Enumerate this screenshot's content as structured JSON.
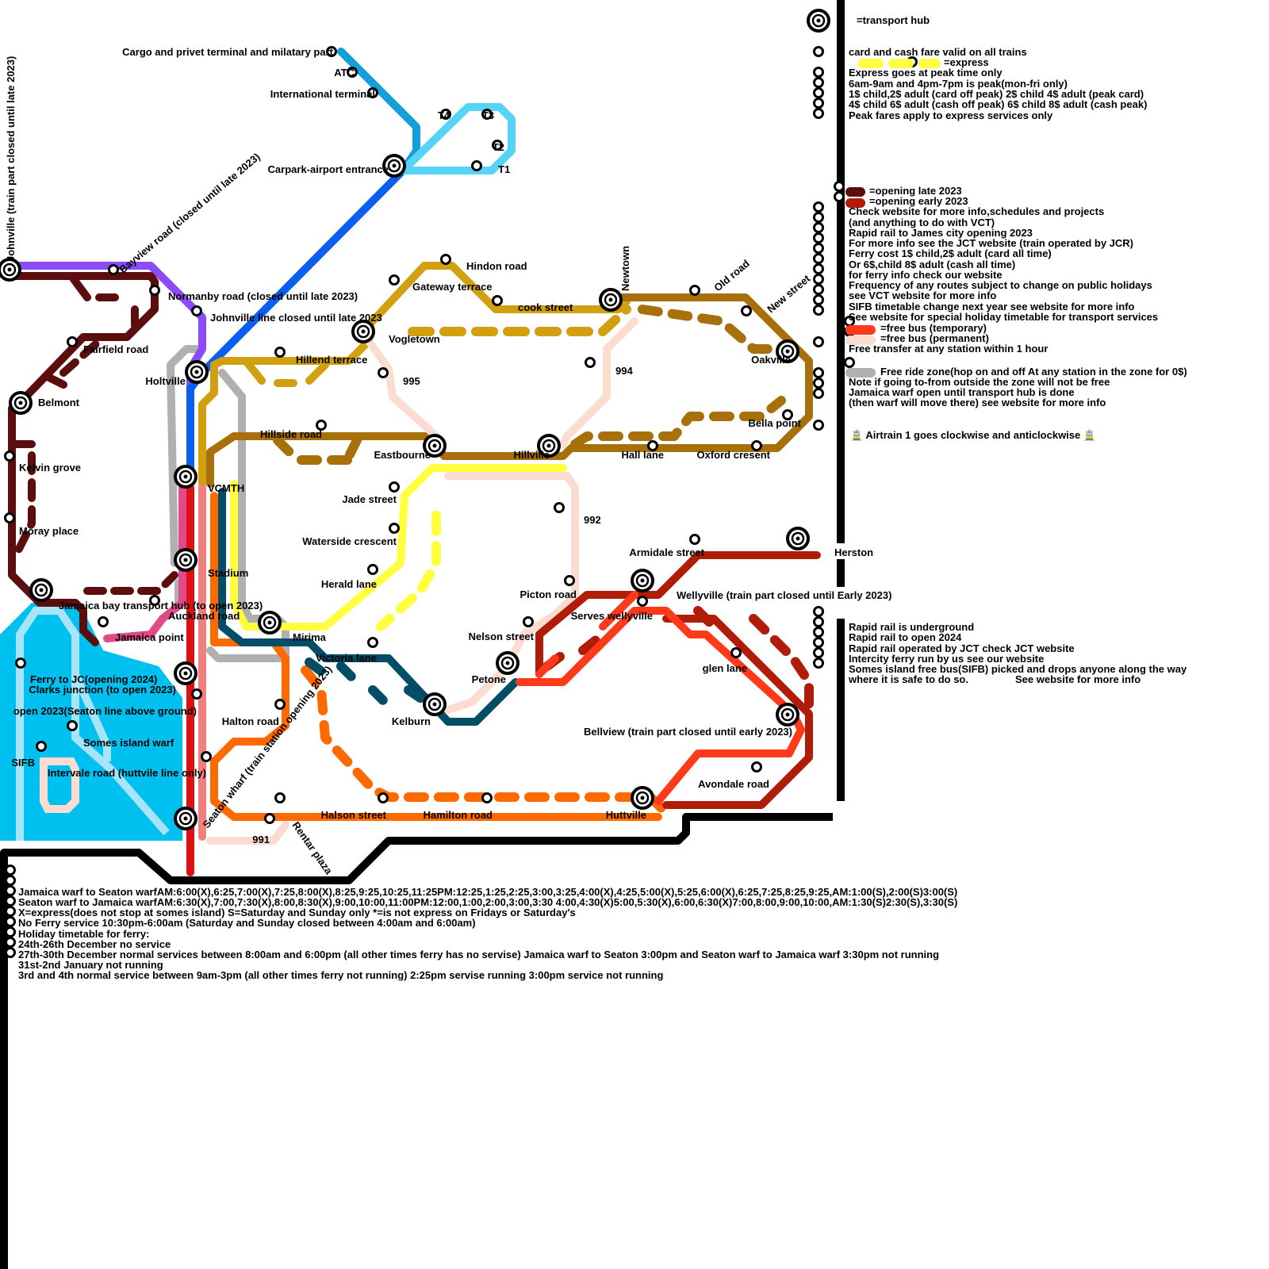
{
  "colors": {
    "water": "#00c0f0",
    "water_ferry": "#a8e4f8",
    "black": "#000000",
    "purple": "#8b4cf7",
    "maroon": "#5c0d0d",
    "blue": "#0a5ef0",
    "airport_blue": "#159fd8",
    "airport_light": "#55d4f7",
    "gold": "#d0a010",
    "brown": "#a8700a",
    "peach": "#fcdcd0",
    "yellow": "#ffff40",
    "grey": "#b0b0b0",
    "red": "#e01010",
    "pink": "#e04a88",
    "salmon": "#f08080",
    "orange": "#ff6a00",
    "teal": "#004d66",
    "dark_red": "#b01c08",
    "red_orange": "#ff3a1a"
  },
  "stations": {
    "cargo": "Cargo and privet terminal and milatary part",
    "atc": "ATC",
    "international": "International terminal",
    "t4": "T4",
    "t3": "T3",
    "t2": "T2",
    "t1": "T1",
    "carpark": "Carpark-airport entrance",
    "johnville": "Johnville (train part closed until late 2023)",
    "bayview": "Bayview road (closed until late 2023)",
    "normanby": "Normanby road (closed until late 2023)",
    "johnville_line": "Johnville line closed until late 2023",
    "fairfield": "Fairfield road",
    "holtville": "Holtville",
    "belmont": "Belmont",
    "kelvin": "Kelvin grove",
    "moray": "Moray place",
    "vcmth": "VCMTH",
    "stadium": "Stadium",
    "jamaica_bay": "Jamaica bay transport hub (to open 2023)",
    "auckland": "Auckland road",
    "jamaica_point": "Jamaica point",
    "ferry_jc": "Ferry to JC(opening 2024)",
    "clarks": "Clarks junction (to open 2023)",
    "open2023": "open 2023(Seaton line above ground)",
    "somes": "Somes island warf",
    "sifb": "SIFB",
    "intervale": "Intervale road (huttvile line only)",
    "seaton": "Seaton wharf (train station opening 2023)",
    "s991": "991",
    "rentar": "Rentar plaza",
    "halton": "Halton road",
    "halson": "Halson street",
    "hamilton": "Hamilton road",
    "huttville": "Huttville",
    "hindon": "Hindon road",
    "gateway": "Gateway terrace",
    "cook": "cook street",
    "newtown": "Newtown",
    "old_road": "Old road",
    "new_street": "New street",
    "vogletown": "Vogletown",
    "hillend": "Hillend terrace",
    "s995": "995",
    "s994": "994",
    "oakville": "Oakville",
    "bella": "Bella point",
    "hillside": "Hillside road",
    "eastbourne": "Eastbourne",
    "hillville": "Hillville",
    "hall_lane": "Hall lane",
    "oxford": "Oxford cresent",
    "jade": "Jade street",
    "s992": "992",
    "waterside": "Waterside crescent",
    "herald": "Herald lane",
    "mirima": "Mirima",
    "victoria": "Victoria lane",
    "kelburn": "Kelburn",
    "petone": "Petone",
    "nelson": "Nelson street",
    "picton": "Picton road",
    "armidale": "Armidale street",
    "herston": "Herston",
    "wellyville": "Wellyville (train part closed until Early 2023)",
    "serves_wellyville": "Serves wellyville",
    "glen": "glen lane",
    "bellview": "Bellview (train part closed until early 2023)",
    "avondale": "Avondale road"
  },
  "legend": {
    "hub": "=transport hub",
    "card_cash": "card and cash fare valid on all trains",
    "express": "=express",
    "peak_only": "Express goes at peak time only",
    "peak_times": "6am-9am and 4pm-7pm is peak(mon-fri only)",
    "fare1": "1$ child,2$ adult (card off peak) 2$ child 4$ adult (peak card)",
    "fare2": "4$ child 6$ adult (cash off peak) 6$ child 8$ adult (cash peak)",
    "fare3": "Peak fares apply to express services only",
    "opening_late": "=opening late 2023",
    "opening_early": "=opening early 2023",
    "info1": "Check website for more info,schedules and projects",
    "info2": "(and anything to do with VCT)",
    "info3": "Rapid rail to James city opening 2023",
    "info4": "For more info see the JCT website (train operated by JCR)",
    "info5": "Ferry cost 1$ child,2$ adult (card all time)",
    "info6": "Or 6$,child 8$ adult (cash all time)",
    "info7": "for ferry info check our website",
    "info8": "Frequency of any routes subject to change on public holidays",
    "info9": "see VCT website for more info",
    "info10": "SIFB timetable change next year see website for more info",
    "info11": "See website for special holiday timetable for transport services",
    "free_bus_temp": "=free bus (temporary)",
    "free_bus_perm": "=free bus (permanent)",
    "free_transfer": "Free transfer at any station within 1 hour",
    "free_ride": "Free ride zone(hop on and off At any station in the zone for 0$)",
    "note1": "Note if going to-from outside the zone will not be free",
    "note2": "Jamaica warf open until transport hub is done",
    "note3": "(then warf will move there) see website for more info",
    "airtrain": "🚊 Airtrain 1 goes clockwise and anticlockwise 🚊",
    "rapid1": "Rapid rail is underground",
    "rapid2": "Rapid rail to open 2024",
    "rapid3": "Rapid rail operated by JCT check JCT website",
    "rapid4": "Intercity ferry run by us see our website",
    "rapid5": "Somes island free bus(SIFB) picked and drops anyone along the way",
    "rapid6": "where it is safe to do so.",
    "rapid7": "See website for more info"
  },
  "ferry": [
    "Jamaica warf to Seaton warfAM:6:00(X),6:25,7:00(X),7:25,8:00(X),8:25,9:25,10:25,11:25PM:12:25,1:25,2:25,3:00,3:25,4:00(X),4:25,5:00(X),5:25,6:00(X),6:25,7:25,8:25,9:25,AM:1:00(S),2:00(S)3:00(S)",
    "Seaton warf to Jamaica warfAM:6:30(X),7:00,7:30(X),8:00,8:30(X),9:00,10:00,11:00PM:12:00,1:00,2:00,3:00,3:30 4:00,4:30(X)5:00,5:30(X),6:00,6:30(X)7:00,8:00,9:00,10:00,AM:1:30(S)2:30(S),3:30(S)",
    "X=express(does not stop at somes island) S=Saturday and Sunday only *=is not express on Fridays or Saturday's",
    "No Ferry service 10:30pm-6:00am (Saturday and Sunday closed between 4:00am and 6:00am)",
    "Holiday timetable for ferry:",
    "24th-26th December no service",
    "27th-30th December normal services between 8:00am and 6:00pm (all other times ferry has no servise) Jamaica warf to Seaton 3:00pm and Seaton warf to Jamaica warf 3:30pm not running",
    "31st-2nd January not running",
    "3rd and 4th normal service between 9am-3pm (all other times ferry not running) 2:25pm servise running 3:00pm service not running"
  ]
}
